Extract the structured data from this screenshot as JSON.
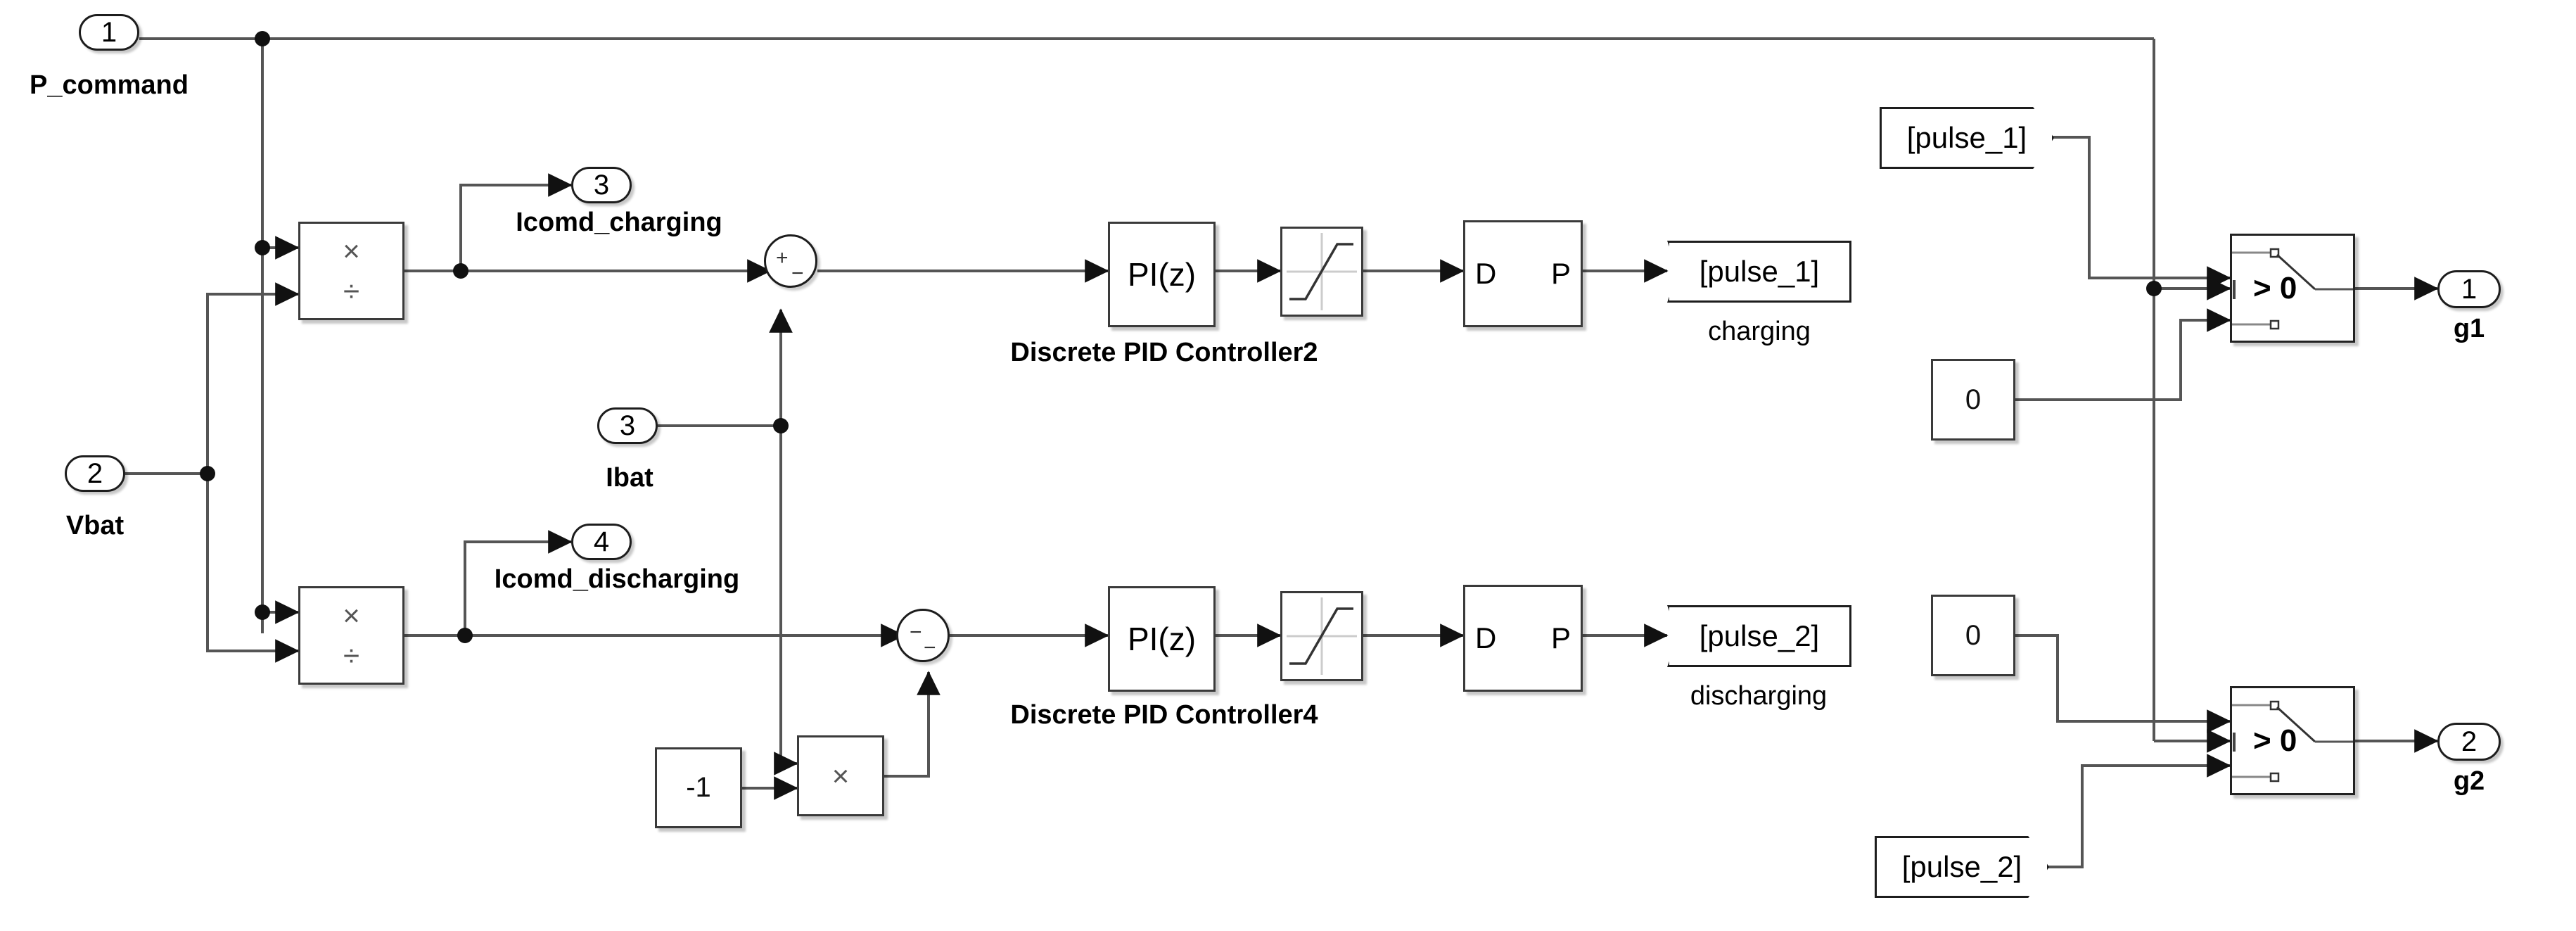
{
  "diagram": {
    "kind": "simulink-block-diagram",
    "background": "#ffffff",
    "wire_color": "#555555",
    "block_border_color": "#3a3a3a"
  },
  "inports": [
    {
      "number": "1",
      "name": "P_command"
    },
    {
      "number": "2",
      "name": "Vbat"
    },
    {
      "number": "3",
      "name": "Ibat"
    }
  ],
  "outports": [
    {
      "number": "3",
      "name": "Icomd_charging"
    },
    {
      "number": "4",
      "name": "Icomd_discharging"
    },
    {
      "number": "1",
      "name": "g1"
    },
    {
      "number": "2",
      "name": "g2"
    }
  ],
  "product_blocks": [
    {
      "id": "divide-charging",
      "op1": "×",
      "op2": "÷"
    },
    {
      "id": "divide-discharging",
      "op1": "×",
      "op2": "÷"
    },
    {
      "id": "product-negate",
      "op1": "×"
    }
  ],
  "sum_blocks": [
    {
      "id": "sum-charging",
      "sign_left": "+",
      "sign_bottom": "−"
    },
    {
      "id": "sum-discharging",
      "sign_left": "−",
      "sign_bottom": "−"
    }
  ],
  "pid_controllers": [
    {
      "symbol": "PI(z)",
      "label": "Discrete PID Controller2"
    },
    {
      "symbol": "PI(z)",
      "label": "Discrete PID Controller4"
    }
  ],
  "saturation_blocks": [
    {
      "id": "saturation-charging",
      "icon": "saturation-curve"
    },
    {
      "id": "saturation-discharging",
      "icon": "saturation-curve"
    }
  ],
  "pwm_blocks": [
    {
      "id": "pwm-charging",
      "input_label": "D",
      "output_label": "P"
    },
    {
      "id": "pwm-discharging",
      "input_label": "D",
      "output_label": "P"
    }
  ],
  "goto_tags": [
    {
      "tag": "[pulse_1]",
      "caption": "charging"
    },
    {
      "tag": "[pulse_2]",
      "caption": "discharging"
    }
  ],
  "from_tags": [
    {
      "tag": "[pulse_1]"
    },
    {
      "tag": "[pulse_2]"
    }
  ],
  "constants": [
    {
      "id": "gain-minus-one",
      "value": "-1"
    },
    {
      "id": "const-zero-top",
      "value": "0"
    },
    {
      "id": "const-zero-bottom",
      "value": "0"
    }
  ],
  "switches": [
    {
      "id": "switch-g1",
      "criteria": "⫺ > 0",
      "criteria_text": "> 0"
    },
    {
      "id": "switch-g2",
      "criteria": "⫺ > 0",
      "criteria_text": "> 0"
    }
  ]
}
